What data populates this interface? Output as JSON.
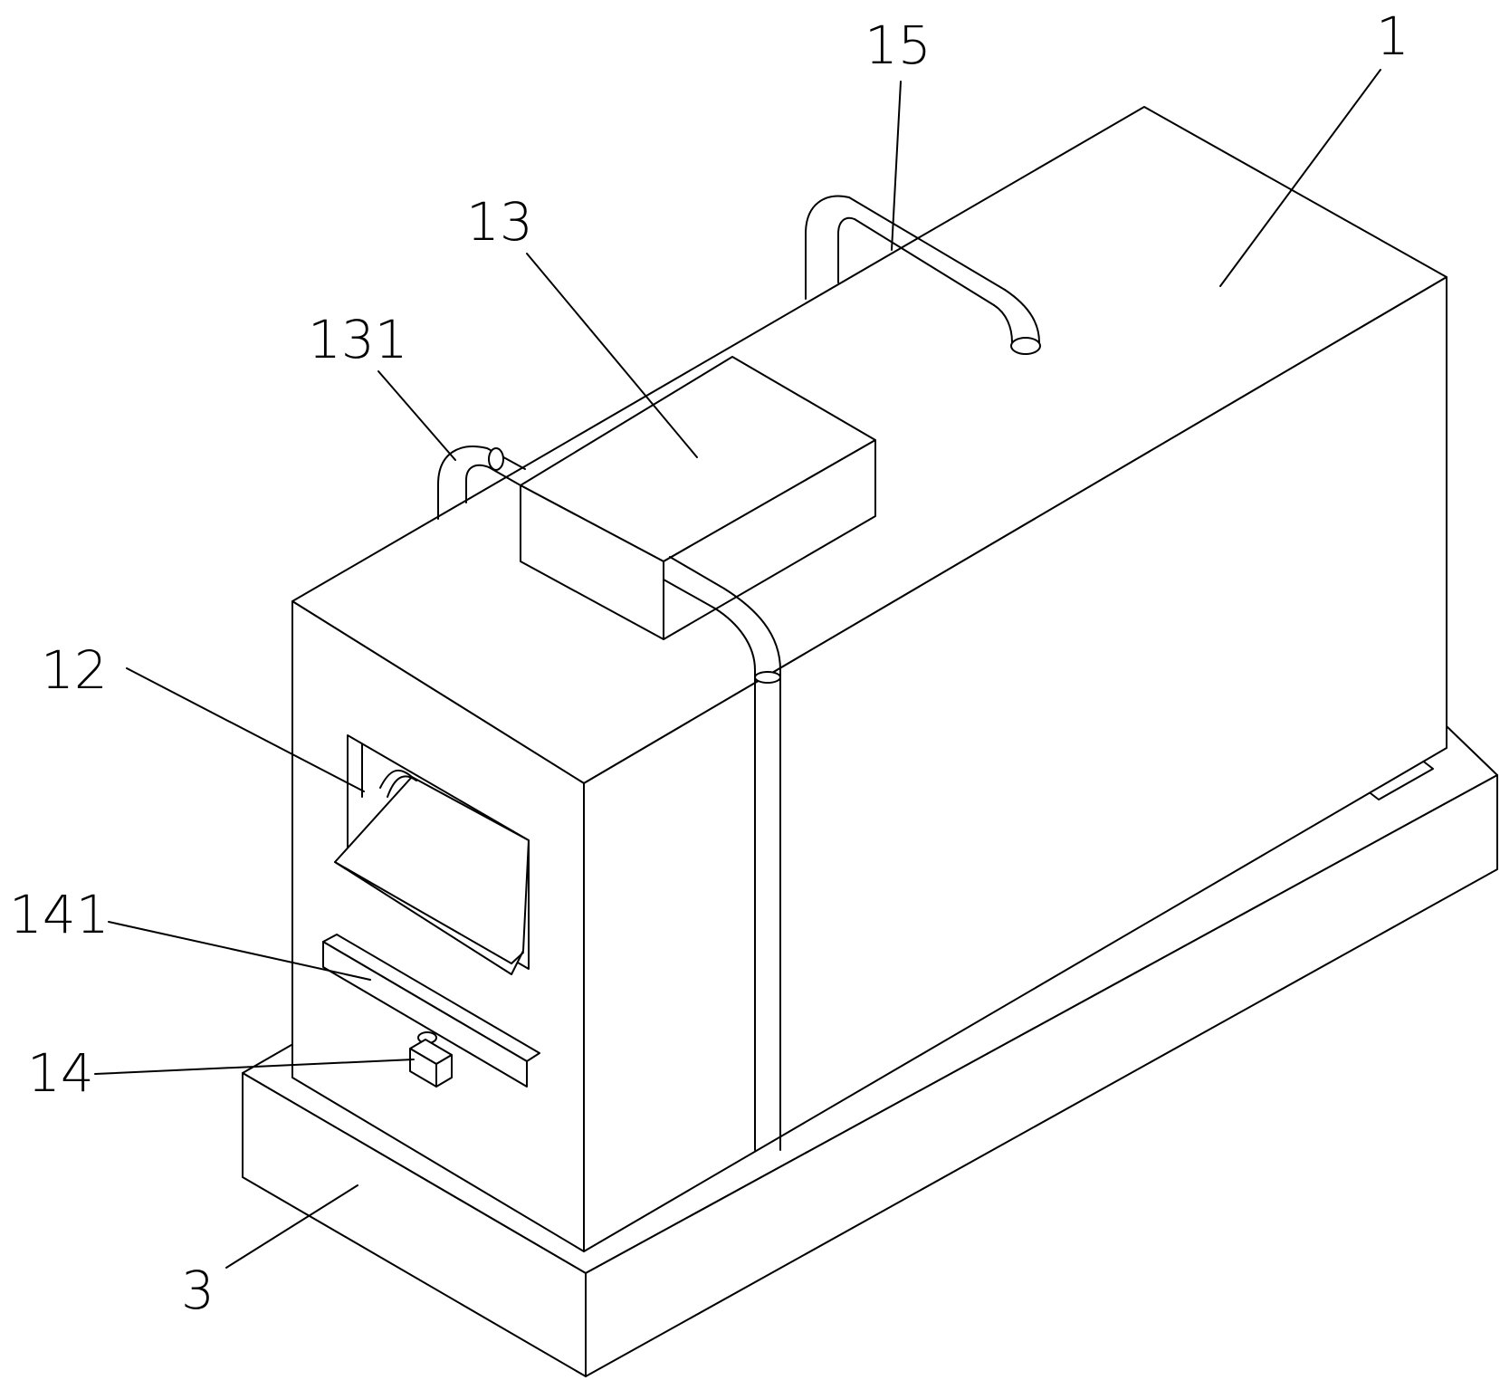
{
  "callouts": {
    "main_body": "1",
    "base": "3",
    "window": "12",
    "top_box": "13",
    "top_box_pipe": "131",
    "bracket": "14",
    "bar": "141",
    "top_pipe": "15"
  },
  "colors": {
    "line": "#000000",
    "background": "#ffffff"
  }
}
